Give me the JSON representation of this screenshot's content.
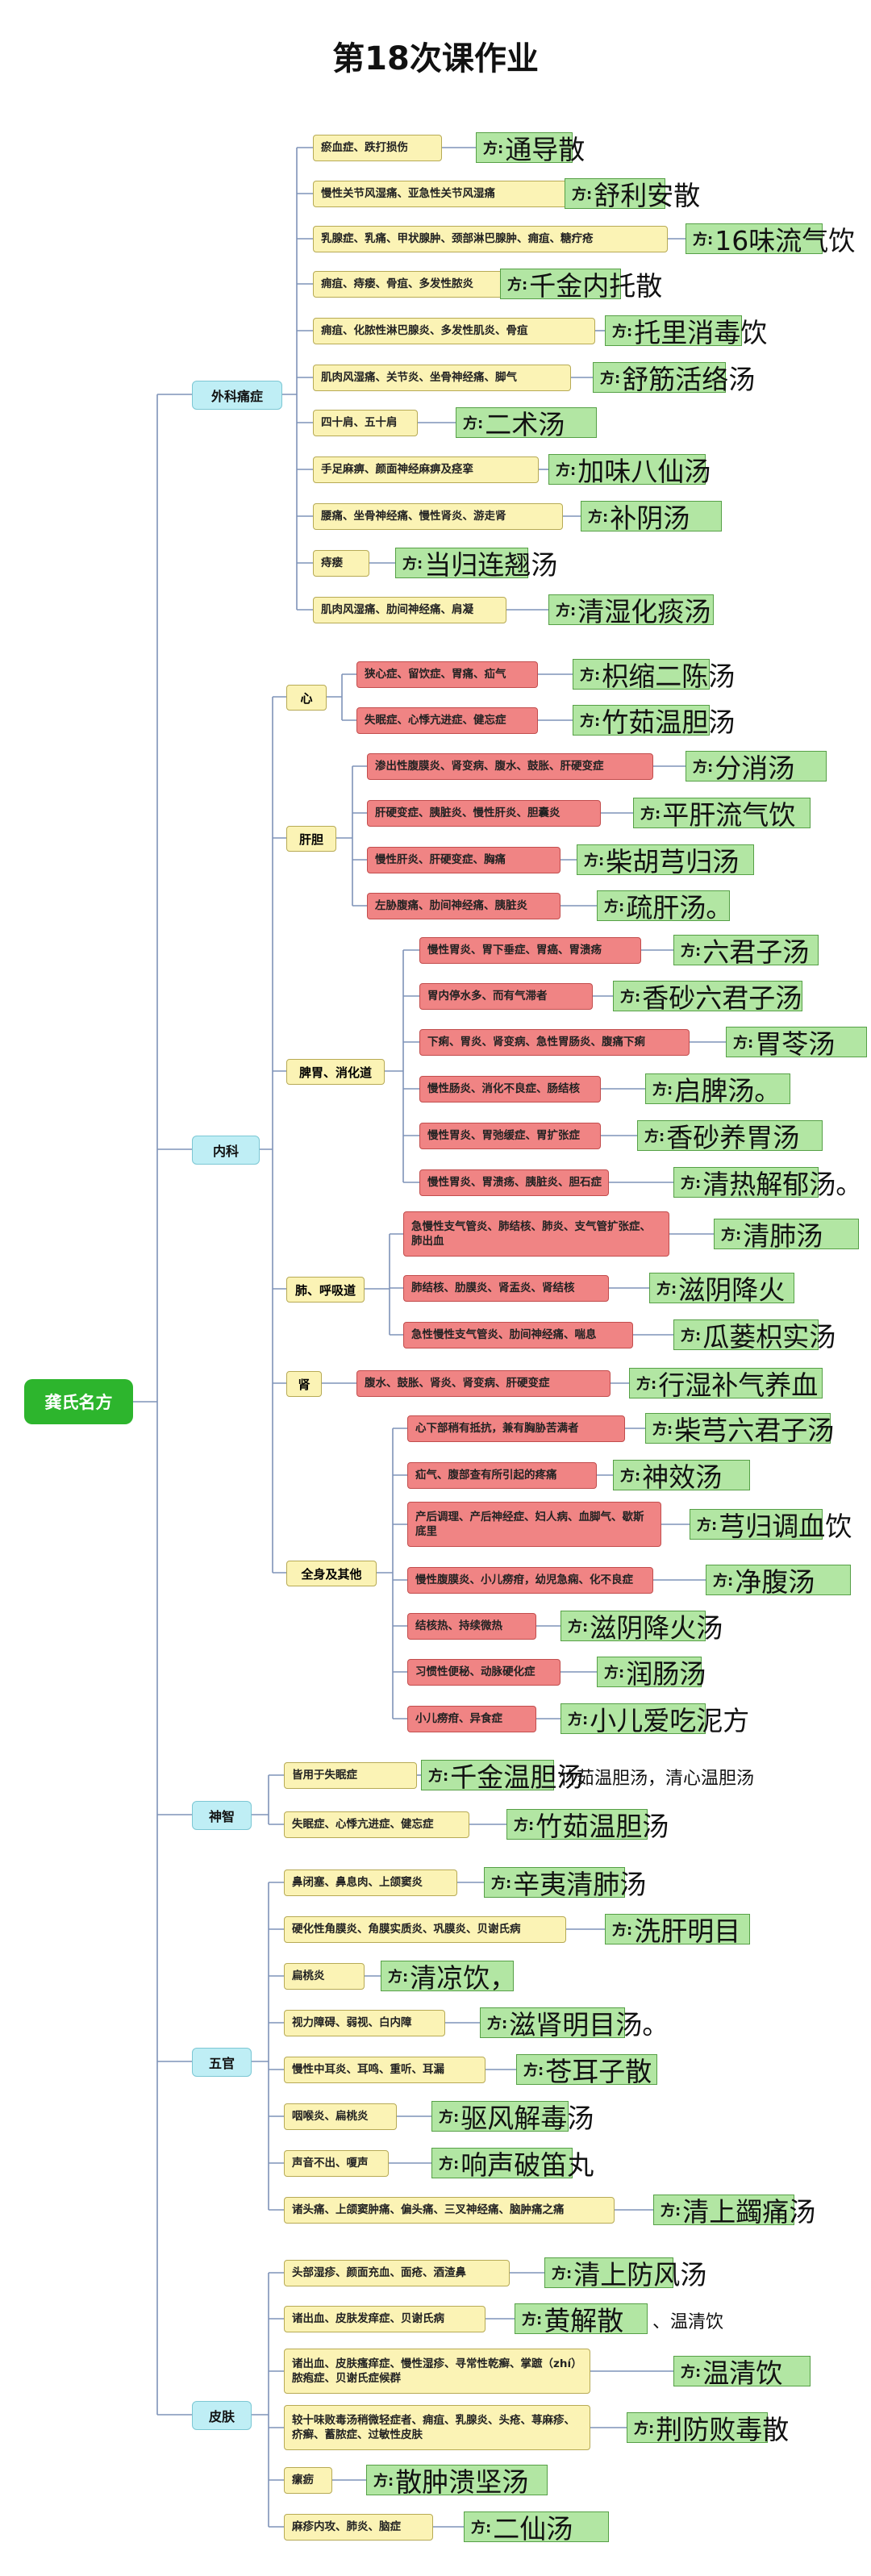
{
  "title": "第18次课作业",
  "root": "龚氏名方",
  "fang_prefix": "方:",
  "categories": {
    "waike": "外科痛症",
    "neike": "内科",
    "shenzhi": "神智",
    "wuguan": "五官",
    "pifu": "皮肤"
  },
  "subs": {
    "xin": "心",
    "gandan": "肝胆",
    "piwei": "脾胃、消化道",
    "fei": "肺、呼吸道",
    "shen": "肾",
    "quanshen": "全身及其他"
  },
  "waike": [
    {
      "d": "瘀血症、跌打损伤",
      "f": "通导散"
    },
    {
      "d": "慢性关节风湿痛、亚急性关节风湿痛",
      "f": "舒利安散"
    },
    {
      "d": "乳腺症、乳痛、甲状腺肿、颈部淋巴腺肿、痈疽、糖疔疮",
      "f": "16味流气饮"
    },
    {
      "d": "痈疽、痔瘘、骨疽、多发性脓炎",
      "f": "千金内托散"
    },
    {
      "d": "痈疽、化脓性淋巴腺炎、多发性肌炎、骨疽",
      "f": "托里消毒饮"
    },
    {
      "d": "肌肉风湿痛、关节炎、坐骨神经痛、脚气",
      "f": "舒筋活络汤"
    },
    {
      "d": "四十肩、五十肩",
      "f": "二术汤"
    },
    {
      "d": "手足麻痹、颜面神经麻痹及痉挛",
      "f": "加味八仙汤"
    },
    {
      "d": "腰痛、坐骨神经痛、慢性肾炎、游走肾",
      "f": "补阴汤"
    },
    {
      "d": "痔瘘",
      "f": "当归连翘汤"
    },
    {
      "d": "肌肉风湿痛、肋间神经痛、肩凝",
      "f": "清湿化痰汤"
    }
  ],
  "xin": [
    {
      "d": "狭心症、留饮症、胃痛、疝气",
      "f": "枳缩二陈汤"
    },
    {
      "d": "失眠症、心悸亢进症、健忘症",
      "f": "竹茹温胆汤"
    }
  ],
  "gandan": [
    {
      "d": "渗出性腹膜炎、肾变病、腹水、鼓胀、肝硬变症",
      "f": "分消汤"
    },
    {
      "d": "肝硬变症、胰脏炎、慢性肝炎、胆囊炎",
      "f": "平肝流气饮"
    },
    {
      "d": "慢性肝炎、肝硬变症、胸痛",
      "f": "柴胡芎归汤"
    },
    {
      "d": "左胁腹痛、肋间神经痛、胰脏炎",
      "f": "疏肝汤。"
    }
  ],
  "piwei": [
    {
      "d": "慢性胃炎、胃下垂症、胃癌、胃溃疡",
      "f": "六君子汤"
    },
    {
      "d": "胃内停水多、而有气滞者",
      "f": "香砂六君子汤"
    },
    {
      "d": "下痢、胃炎、肾变病、急性胃肠炎、腹痛下痢",
      "f": "胃苓汤"
    },
    {
      "d": "慢性肠炎、消化不良症、肠结核",
      "f": "启脾汤。"
    },
    {
      "d": "慢性胃炎、胃弛缓症、胃扩张症",
      "f": "香砂养胃汤"
    },
    {
      "d": "慢性胃炎、胃溃疡、胰脏炎、胆石症",
      "f": "清热解郁汤。"
    }
  ],
  "fei": [
    {
      "d": "急慢性支气管炎、肺结核、肺炎、支气管扩张症、肺出血",
      "f": "清肺汤"
    },
    {
      "d": "肺结核、肋膜炎、肾盂炎、肾结核",
      "f": "滋阴降火"
    },
    {
      "d": "急性慢性支气管炎、肋间神经痛、喘息",
      "f": "瓜蒌枳实汤"
    }
  ],
  "shen": [
    {
      "d": "腹水、鼓胀、肾炎、肾变病、肝硬变症",
      "f": "行湿补气养血"
    }
  ],
  "quanshen": [
    {
      "d": "心下部稍有抵抗，兼有胸胁苦满者",
      "f": "柴芎六君子汤"
    },
    {
      "d": "疝气、腹部查有所引起的疼痛",
      "f": "神效汤"
    },
    {
      "d": "产后调理、产后神经症、妇人病、血脚气、歇斯底里",
      "f": "芎归调血饮"
    },
    {
      "d": "慢性腹膜炎、小儿痨疳，幼児急痫、化不良症",
      "f": "净腹汤"
    },
    {
      "d": "结核热、持续微热",
      "f": "滋阴降火汤"
    },
    {
      "d": "习惯性便秘、动脉硬化症",
      "f": "润肠汤"
    },
    {
      "d": "小儿痨疳、异食症",
      "f": "小儿爱吃泥方"
    }
  ],
  "shenzhi": [
    {
      "d": "皆用于失眠症",
      "f": "千金温胆汤",
      "tail": "竹茹温胆汤，清心温胆汤"
    },
    {
      "d": "失眠症、心悸亢进症、健忘症",
      "f": "竹茹温胆汤"
    }
  ],
  "wuguan": [
    {
      "d": "鼻闭塞、鼻息肉、上颌窦炎",
      "f": "辛夷清肺汤"
    },
    {
      "d": "硬化性角膜炎、角膜实质炎、巩膜炎、贝谢氏病",
      "f": "洗肝明目"
    },
    {
      "d": "扁桃炎",
      "f": "清凉饮，"
    },
    {
      "d": "视力障碍、弱视、白内障",
      "f": "滋肾明目汤。"
    },
    {
      "d": "慢性中耳炎、耳鸣、重听、耳漏",
      "f": "苍耳子散"
    },
    {
      "d": "咽喉炎、扁桃炎",
      "f": "驱风解毒汤"
    },
    {
      "d": "声音不出、嗄声",
      "f": "响声破笛丸"
    },
    {
      "d": "诸头痛、上颌窦肿痛、偏头痛、三叉神经痛、脑肿痛之痛",
      "f": "清上蠲痛汤"
    }
  ],
  "pifu": [
    {
      "d": "头部湿疹、颜面充血、面疮、酒渣鼻",
      "f": "清上防风汤"
    },
    {
      "d": "诸出血、皮肤发痒症、贝谢氏病",
      "f": "黄解散",
      "tail": "、温清饮"
    },
    {
      "d": "诸出血、皮肤瘙痒症、慢性湿疹、寻常性乾癣、掌蹠（zhí）脓疱症、贝谢氏症候群",
      "f": "温清饮"
    },
    {
      "d": "较十味败毒汤稍微轻症者、痈疽、乳腺炎、头疮、荨麻疹、疥癣、蓄脓症、过敏性皮肤",
      "f": "荆防败毒散"
    },
    {
      "d": "瘰疬",
      "f": "散肿溃坚汤"
    },
    {
      "d": "麻疹内攻、肺炎、脑症",
      "f": "二仙汤"
    }
  ]
}
